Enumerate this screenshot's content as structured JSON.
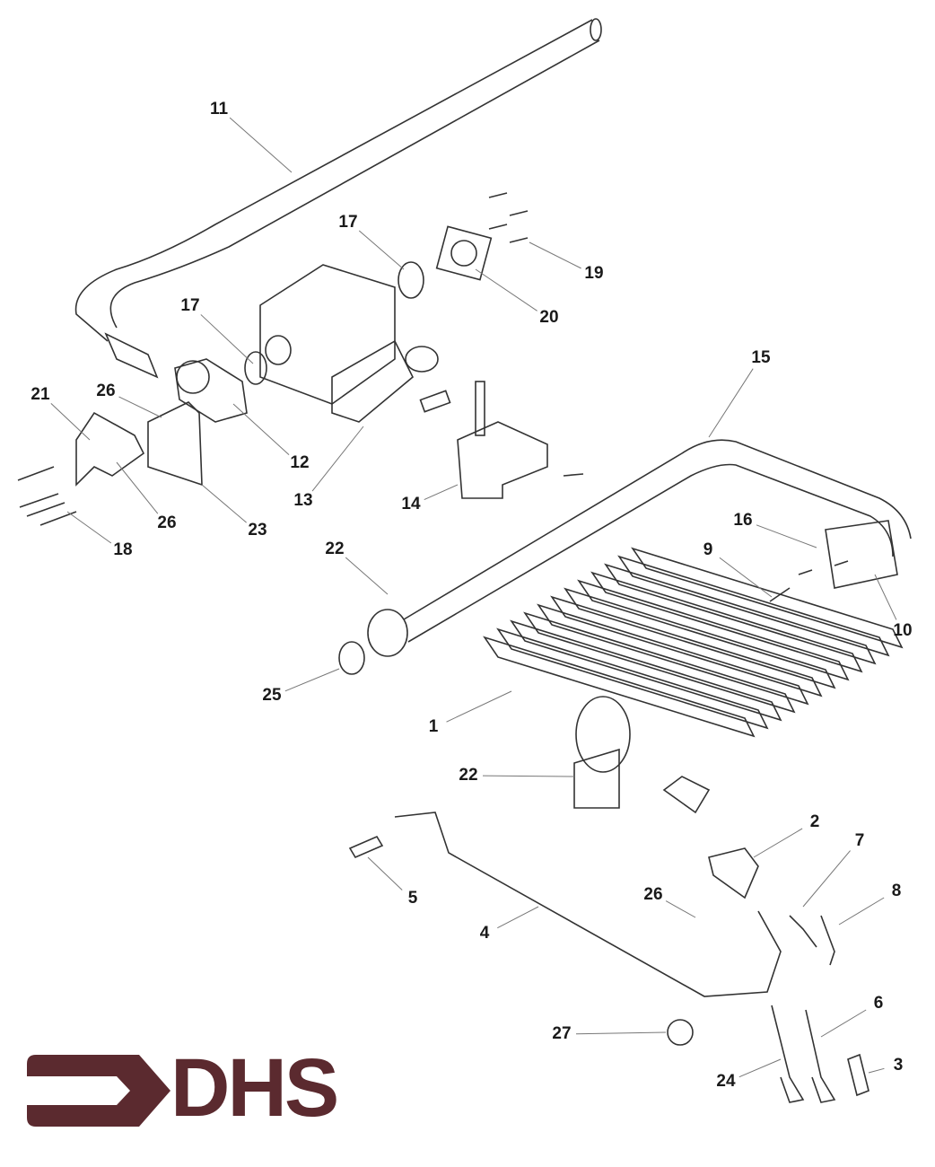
{
  "title": "Exploded parts diagram",
  "brand": {
    "logo_text": "DHS",
    "color": "#5b2a2f"
  },
  "callouts": [
    "11",
    "17",
    "19",
    "20",
    "17",
    "15",
    "26",
    "21",
    "12",
    "13",
    "14",
    "26",
    "23",
    "18",
    "22",
    "16",
    "9",
    "10",
    "25",
    "1",
    "22",
    "2",
    "7",
    "8",
    "5",
    "26",
    "4",
    "6",
    "27",
    "3",
    "24"
  ]
}
